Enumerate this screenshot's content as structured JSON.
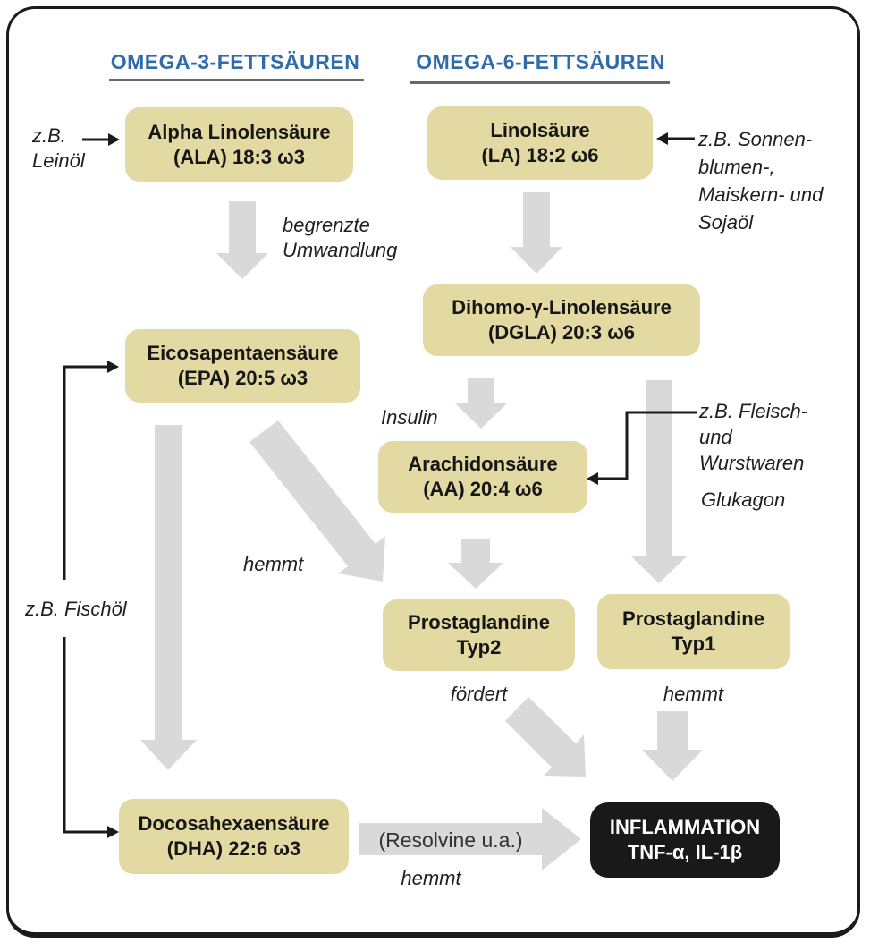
{
  "headers": {
    "omega3": "OMEGA-3-FETTSÄUREN",
    "omega6": "OMEGA-6-FETTSÄUREN"
  },
  "boxes": {
    "ala": {
      "line1": "Alpha Linolensäure",
      "line2": "(ALA) 18:3 ω3"
    },
    "la": {
      "line1": "Linolsäure",
      "line2": "(LA) 18:2 ω6"
    },
    "dgla": {
      "line1": "Dihomo-γ-Linolensäure",
      "line2": "(DGLA) 20:3 ω6"
    },
    "epa": {
      "line1": "Eicosapentaensäure",
      "line2": "(EPA) 20:5 ω3"
    },
    "aa": {
      "line1": "Arachidonsäure",
      "line2": "(AA) 20:4 ω6"
    },
    "pg2": {
      "line1": "Prostaglandine",
      "line2": "Typ2"
    },
    "pg1": {
      "line1": "Prostaglandine",
      "line2": "Typ1"
    },
    "dha": {
      "line1": "Docosahexaensäure",
      "line2": "(DHA) 22:6 ω3"
    },
    "inflammation": {
      "line1": "INFLAMMATION",
      "line2": "TNF-α, IL-1β"
    }
  },
  "labels": {
    "leinoel": "z.B.\nLeinöl",
    "sonnenblumen": "z.B. Sonnen-\nblumen-,\nMaiskern- und\nSojaöl",
    "begrenzte_umwandlung": "begrenzte\nUmwandlung",
    "insulin": "Insulin",
    "fleisch_wurstwaren": "z.B. Fleisch-\nund\nWurstwaren",
    "glukagon": "Glukagon",
    "hemmt_epa_pg2": "hemmt",
    "fischoel": "z.B. Fischöl",
    "foerdert": "fördert",
    "hemmt_pg1": "hemmt",
    "resolvine": "(Resolvine u.a.)",
    "hemmt_dha": "hemmt"
  },
  "colors": {
    "box_fill": "#e3d9a2",
    "arrow_gray": "#d9d9d9",
    "header_blue": "#2f6bac",
    "underline_gray": "#6a6a6a",
    "inflammation_bg": "#191919",
    "inflammation_text": "#ffffff",
    "text_dark": "#1a1a1a",
    "background": "#ffffff"
  }
}
